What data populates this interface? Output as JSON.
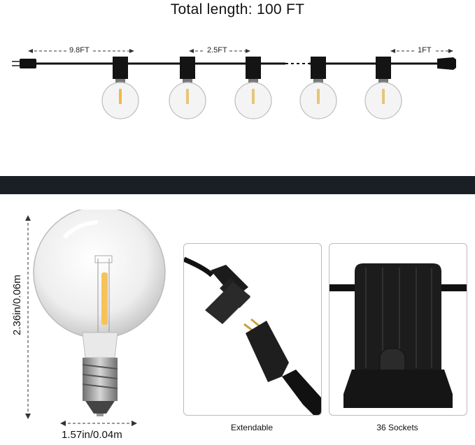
{
  "header": {
    "title": "Total length: 100 FT"
  },
  "dimensions": {
    "lead_length": "9.8FT",
    "spacing": "2.5FT",
    "tail_length": "1FT"
  },
  "bulb": {
    "height_label": "2.36in/0.06m",
    "width_label": "1.57in/0.04m"
  },
  "panels": {
    "left_caption": "Extendable",
    "right_caption": "36 Sockets"
  }
}
